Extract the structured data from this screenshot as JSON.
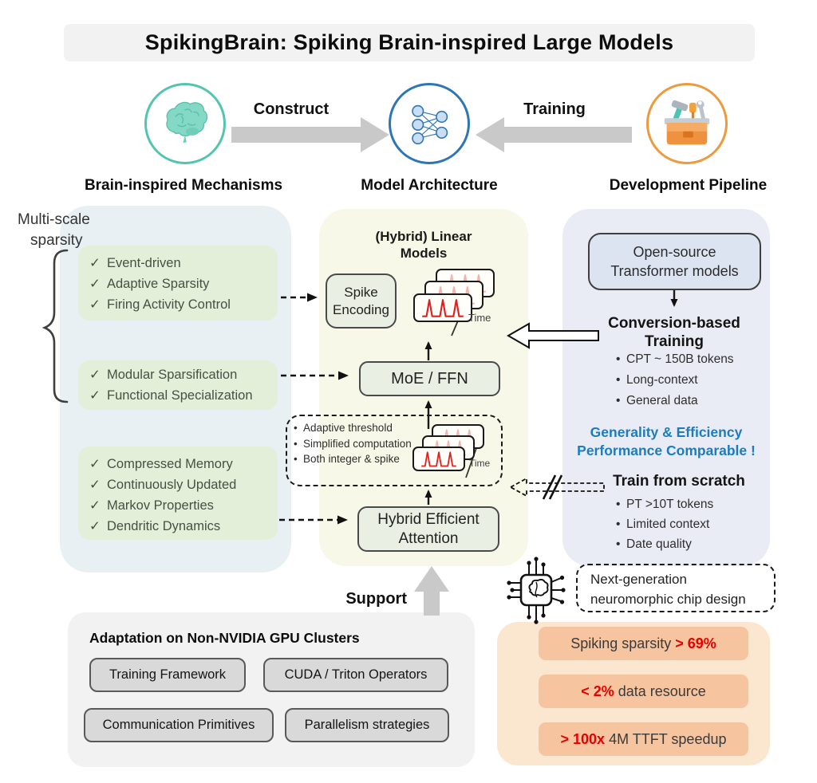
{
  "title": "SpikingBrain: Spiking Brain-inspired Large Models",
  "icons": {
    "check": "✓",
    "bullet": "•"
  },
  "colors": {
    "teal": "#52c5b0",
    "blue": "#2e75b6",
    "orange": "#ed9a3f",
    "red": "#e60000",
    "link_blue": "#1b7cc0"
  },
  "top_row": {
    "construct": "Construct",
    "training": "Training",
    "brain_label": "Brain-inspired Mechanisms",
    "model_label": "Model Architecture",
    "pipeline_label": "Development Pipeline"
  },
  "left_panel": {
    "brace_title_line1": "Multi-scale",
    "brace_title_line2": "sparsity",
    "groups": [
      {
        "items": [
          "Event-driven",
          "Adaptive Sparsity",
          "Firing Activity Control"
        ]
      },
      {
        "items": [
          "Modular Sparsification",
          "Functional Specialization"
        ]
      },
      {
        "items": [
          "Compressed Memory",
          "Continuously Updated",
          "Markov Properties",
          "Dendritic Dynamics"
        ]
      }
    ]
  },
  "center_panel": {
    "title_line1": "(Hybrid) Linear",
    "title_line2": "Models",
    "spike_encoding": "Spike Encoding",
    "moe": "MoE / FFN",
    "attention_line1": "Hybrid Efficient",
    "attention_line2": "Attention",
    "time_label": "Time",
    "threshold_notes": [
      "Adaptive threshold",
      "Simplified computation",
      "Both integer & spike"
    ],
    "support": "Support"
  },
  "right_panel": {
    "open_source_line1": "Open-source",
    "open_source_line2": "Transformer models",
    "conversion_title_line1": "Conversion-based",
    "conversion_title_line2": "Training",
    "conversion_items": [
      "CPT ~ 150B tokens",
      "Long-context",
      "General data"
    ],
    "comparable_line1": "Generality & Efficiency",
    "comparable_line2": "Performance Comparable !",
    "scratch_title": "Train from scratch",
    "scratch_items": [
      "PT >10T tokens",
      "Limited context",
      "Date quality"
    ]
  },
  "chip": {
    "label_line1": "Next-generation",
    "label_line2": "neuromorphic chip design"
  },
  "bottom_left": {
    "heading": "Adaptation on Non-NVIDIA GPU Clusters",
    "buttons": [
      "Training Framework",
      "CUDA / Triton Operators",
      "Communication Primitives",
      "Parallelism strategies"
    ]
  },
  "bottom_right": {
    "stats": [
      {
        "prefix": "Spiking sparsity ",
        "highlight": "> 69%",
        "suffix": ""
      },
      {
        "prefix": "",
        "highlight": "< 2%",
        "suffix": " data resource"
      },
      {
        "prefix": "",
        "highlight": "> 100x",
        "suffix": " 4M TTFT speedup"
      }
    ]
  }
}
